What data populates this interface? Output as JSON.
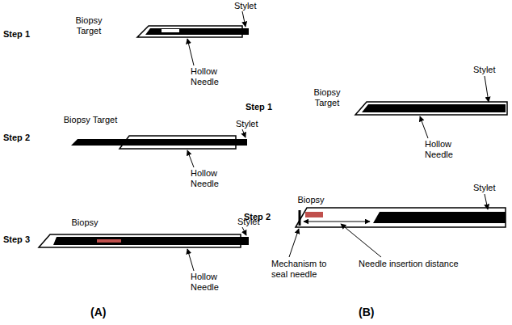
{
  "diagram": {
    "nodes": [
      {
        "text": [
          "Biopsy Target"
        ]
      },
      {
        "text": [
          "Biopsy Target"
        ]
      },
      {
        "text": [
          "Biopsy"
        ]
      },
      {
        "text": [
          "Biopsy Target"
        ]
      },
      {
        "text": [
          "Biopsy"
        ]
      }
    ],
    "labels": [
      "Step 1",
      "Stylet",
      "Hollow Needle",
      "Step 2",
      "Stylet",
      "Hollow Needle",
      "Step 3",
      "Stylet",
      "Hollow Needle",
      "(A)",
      "Step 1",
      "Stylet",
      "Hollow Needle",
      "Step 2",
      "Stylet",
      "Mechanism to seal needle",
      "Needle insertion distance",
      "(B)"
    ]
  }
}
